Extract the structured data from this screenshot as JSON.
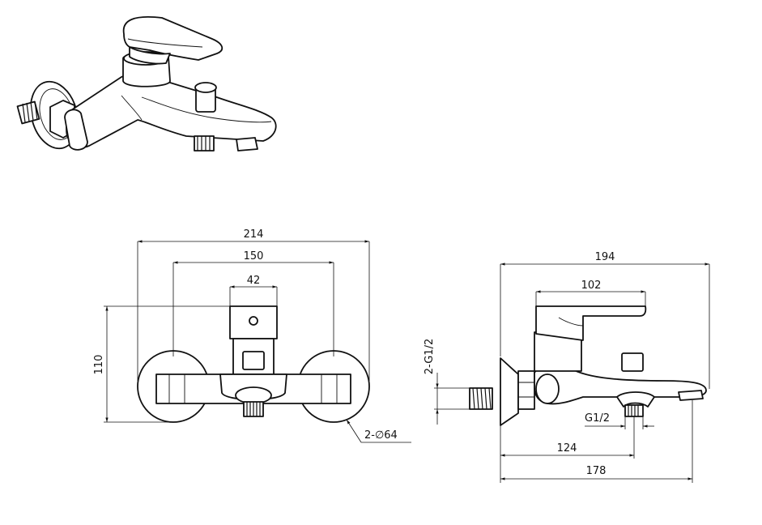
{
  "views": {
    "isometric": {
      "label": ""
    },
    "front": {
      "dimensions": {
        "overall_width": "214",
        "inlet_centers": "150",
        "body_width": "42",
        "height": "110",
        "flange_note": "2-∅64"
      }
    },
    "side": {
      "dimensions": {
        "overall_depth": "194",
        "handle_length": "102",
        "inlet_thread": "2-G1/2",
        "outlet_thread": "G1/2",
        "outlet_distance": "124",
        "spout_distance": "178"
      }
    }
  },
  "colors": {
    "line": "#111111",
    "background": "#ffffff"
  }
}
